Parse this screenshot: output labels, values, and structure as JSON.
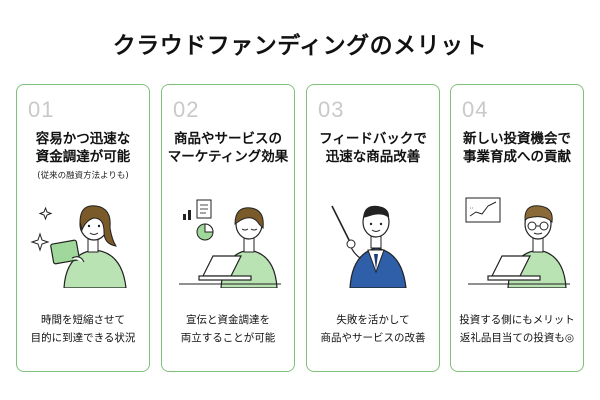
{
  "title": "クラウドファンディングのメリット",
  "cards": [
    {
      "number": "01",
      "heading": [
        "容易かつ迅速な",
        "資金調達が可能"
      ],
      "note": "(従来の融資方法よりも)",
      "desc": [
        "時間を短縮させて",
        "目的に到達できる状況"
      ]
    },
    {
      "number": "02",
      "heading": [
        "商品やサービスの",
        "マーケティング効果"
      ],
      "desc": [
        "宣伝と資金調達を",
        "両立することが可能"
      ]
    },
    {
      "number": "03",
      "heading": [
        "フィードバックで",
        "迅速な商品改善"
      ],
      "desc": [
        "失敗を活かして",
        "商品やサービスの改善"
      ]
    },
    {
      "number": "04",
      "heading": [
        "新しい投資機会で",
        "事業育成への貢献"
      ],
      "desc": [
        "投資する側にもメリット",
        "返礼品目当ての投資も◎"
      ]
    }
  ],
  "colors": {
    "border": "#7fc07a",
    "accent": "#9fd89a",
    "suit": "#2f5fa8"
  }
}
